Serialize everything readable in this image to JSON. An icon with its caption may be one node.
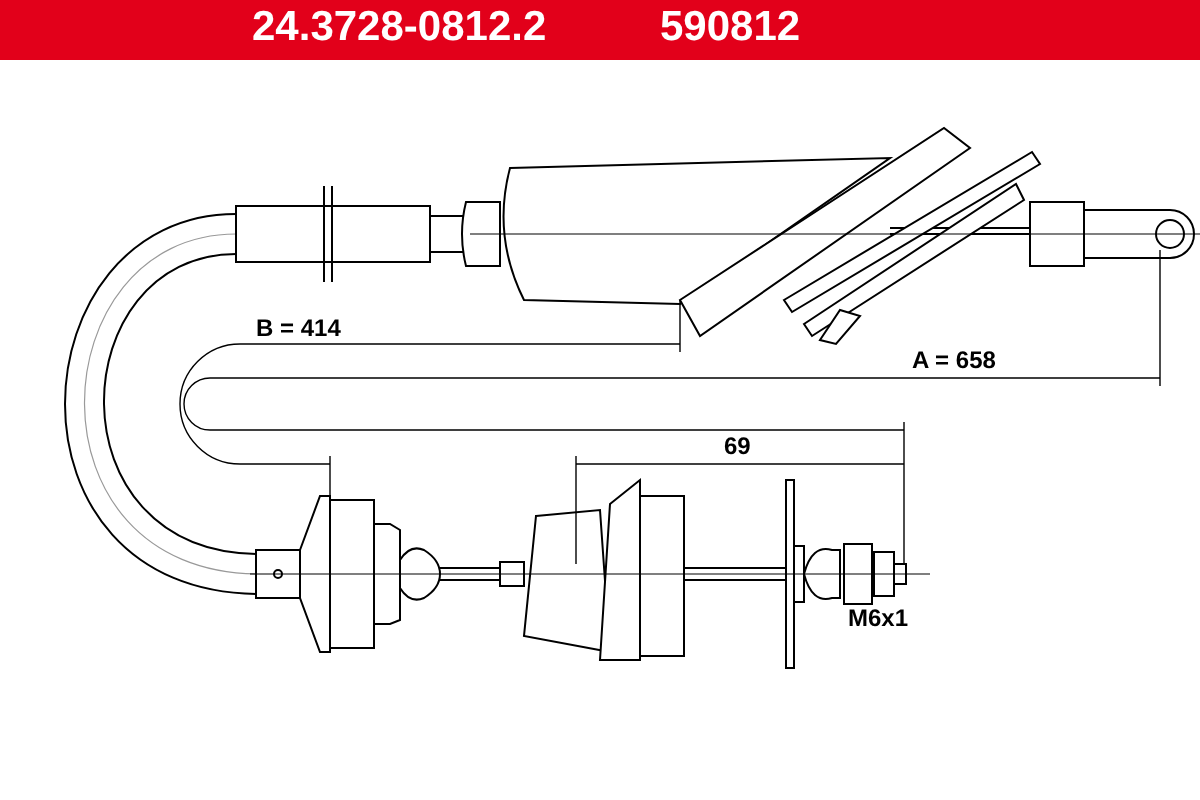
{
  "diagram": {
    "labels": [
      "24.3728-0812.2",
      "590812",
      "B = 414",
      "A = 658",
      "69",
      "M6x1"
    ]
  }
}
